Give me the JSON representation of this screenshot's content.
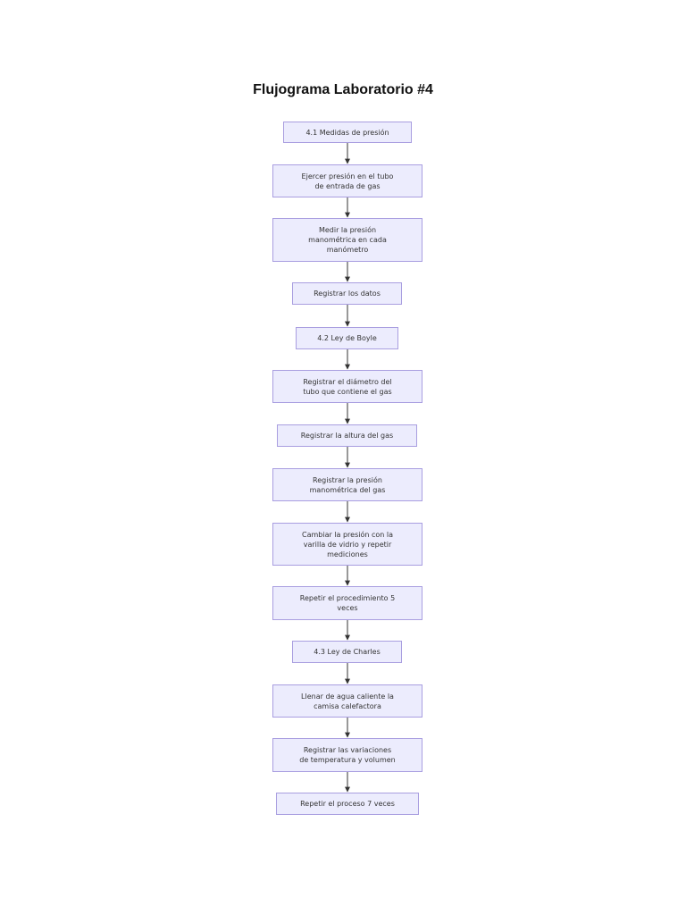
{
  "diagram": {
    "title": "Flujograma Laboratorio #4",
    "colors": {
      "node_fill": "#ececfd",
      "node_border": "#a99ee0",
      "edge": "#333333",
      "text": "#333333"
    },
    "nodes": [
      {
        "id": "n1",
        "label": "4.1 Medidas de presión"
      },
      {
        "id": "n2",
        "label": "Ejercer presión en el tubo\nde entrada de gas"
      },
      {
        "id": "n3",
        "label": "Medir la presión\nmanométrica en cada\nmanómetro"
      },
      {
        "id": "n4",
        "label": "Registrar los datos"
      },
      {
        "id": "n5",
        "label": "4.2 Ley de Boyle"
      },
      {
        "id": "n6",
        "label": "Registrar el diámetro del\ntubo que contiene el gas"
      },
      {
        "id": "n7",
        "label": "Registrar la altura del gas"
      },
      {
        "id": "n8",
        "label": "Registrar la presión\nmanométrica del gas"
      },
      {
        "id": "n9",
        "label": "Cambiar la presión con la\nvarilla de vidrio y repetir\nmediciones"
      },
      {
        "id": "n10",
        "label": "Repetir el procedimiento 5\nveces"
      },
      {
        "id": "n11",
        "label": "4.3 Ley de Charles"
      },
      {
        "id": "n12",
        "label": "Llenar de agua caliente la\ncamisa calefactora"
      },
      {
        "id": "n13",
        "label": "Registrar las variaciones\nde temperatura y volumen"
      },
      {
        "id": "n14",
        "label": "Repetir el proceso 7 veces"
      }
    ],
    "edges": [
      {
        "from": "n1",
        "to": "n2"
      },
      {
        "from": "n2",
        "to": "n3"
      },
      {
        "from": "n3",
        "to": "n4"
      },
      {
        "from": "n4",
        "to": "n5"
      },
      {
        "from": "n5",
        "to": "n6"
      },
      {
        "from": "n6",
        "to": "n7"
      },
      {
        "from": "n7",
        "to": "n8"
      },
      {
        "from": "n8",
        "to": "n9"
      },
      {
        "from": "n9",
        "to": "n10"
      },
      {
        "from": "n10",
        "to": "n11"
      },
      {
        "from": "n11",
        "to": "n12"
      },
      {
        "from": "n12",
        "to": "n13"
      },
      {
        "from": "n13",
        "to": "n14"
      }
    ]
  }
}
